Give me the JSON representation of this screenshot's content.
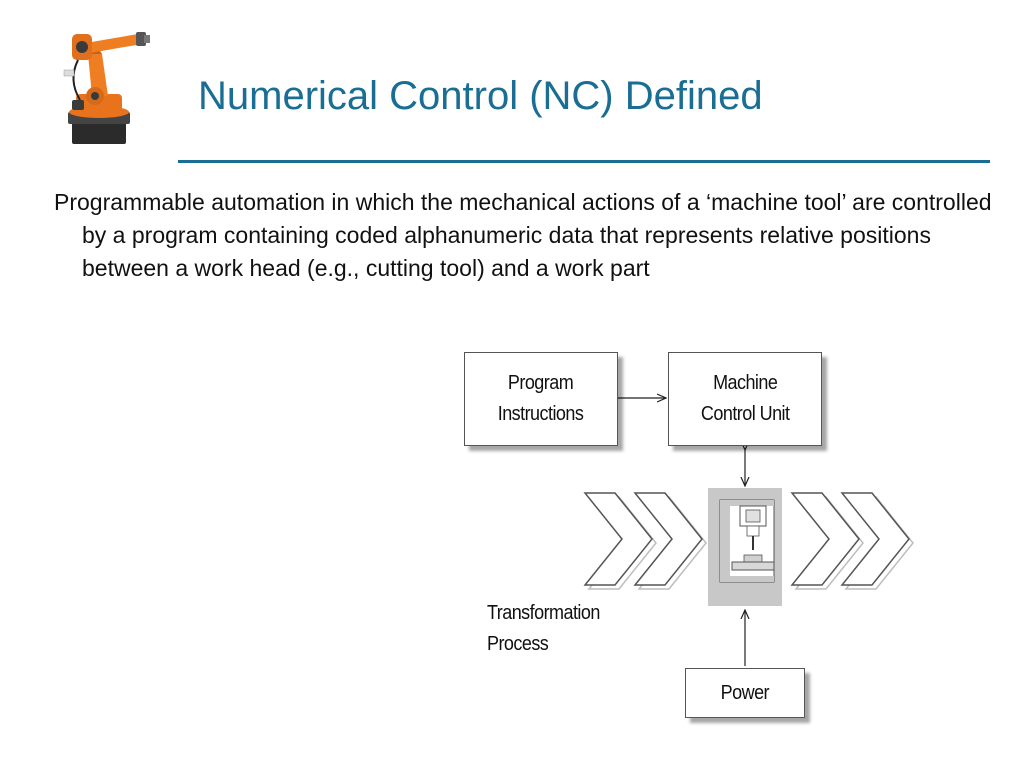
{
  "slide": {
    "title": "Numerical Control (NC) Defined",
    "body": "Programmable automation in which the mechanical actions of a ‘machine tool’ are controlled by a program containing coded alphanumeric data that represents relative positions between a work head (e.g., cutting tool) and a work part"
  },
  "logo": {
    "icon": "industrial-robot-arm-icon"
  },
  "diagram": {
    "program_box": "Program\nInstructions",
    "mcu_box": "Machine\nControl Unit",
    "transformation_label": "Transformation\nProcess",
    "power_box": "Power"
  },
  "colors": {
    "title": "#1a6e94",
    "rule": "#1a6e94",
    "process_block": "#c8c8c8",
    "robot_orange": "#e8731c"
  }
}
